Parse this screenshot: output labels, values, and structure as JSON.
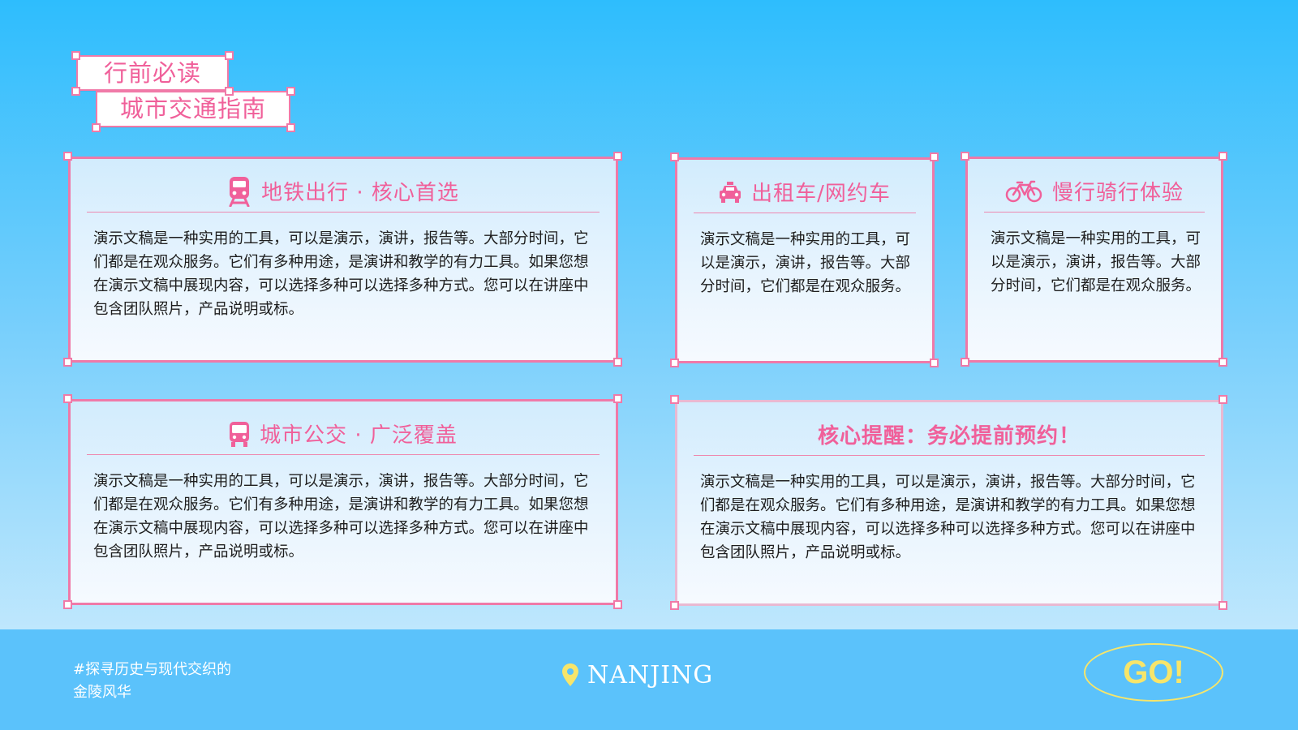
{
  "header": {
    "tag1": "行前必读",
    "tag2": "城市交通指南"
  },
  "cards": {
    "metro": {
      "icon": "train-icon",
      "title": "地铁出行 · 核心首选",
      "body": "演示文稿是一种实用的工具，可以是演示，演讲，报告等。大部分时间，它们都是在观众服务。它们有多种用途，是演讲和教学的有力工具。如果您想在演示文稿中展现内容，可以选择多种可以选择多种方式。您可以在讲座中包含团队照片，产品说明或标。"
    },
    "taxi": {
      "icon": "taxi-icon",
      "title": "出租车/网约车",
      "body": "演示文稿是一种实用的工具，可以是演示，演讲，报告等。大部分时间，它们都是在观众服务。"
    },
    "bike": {
      "icon": "bicycle-icon",
      "title": "慢行骑行体验",
      "body": "演示文稿是一种实用的工具，可以是演示，演讲，报告等。大部分时间，它们都是在观众服务。"
    },
    "bus": {
      "icon": "bus-icon",
      "title": "城市公交 · 广泛覆盖",
      "body": "演示文稿是一种实用的工具，可以是演示，演讲，报告等。大部分时间，它们都是在观众服务。它们有多种用途，是演讲和教学的有力工具。如果您想在演示文稿中展现内容，可以选择多种可以选择多种方式。您可以在讲座中包含团队照片，产品说明或标。"
    },
    "reminder": {
      "title": "核心提醒：务必提前预约！",
      "body": "演示文稿是一种实用的工具，可以是演示，演讲，报告等。大部分时间，它们都是在观众服务。它们有多种用途，是演讲和教学的有力工具。如果您想在演示文稿中展现内容，可以选择多种可以选择多种方式。您可以在讲座中包含团队照片，产品说明或标。"
    }
  },
  "footer": {
    "hashtag": "#探寻历史与现代交织的金陵风华",
    "location_icon": "map-pin-icon",
    "location": "NANJING",
    "go_label": "GO!"
  },
  "colors": {
    "accent_pink": "#f0609a",
    "border_pink": "#ef79a8",
    "go_yellow": "#f7e56a",
    "footer_blue": "#5bc2fb",
    "sky_top": "#2ebdfd"
  }
}
